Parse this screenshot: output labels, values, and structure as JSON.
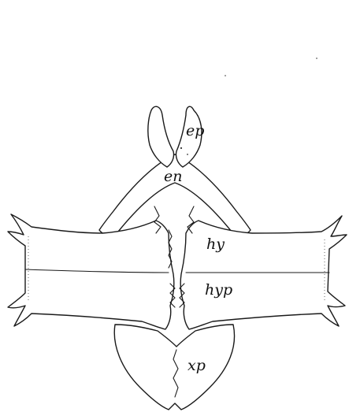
{
  "labels": {
    "ep": "ep",
    "en": "en",
    "hy": "hy",
    "hyp": "hyp",
    "xp": "xp"
  },
  "colors": {
    "ink": "#1a1a1a",
    "paper": "#ffffff"
  }
}
